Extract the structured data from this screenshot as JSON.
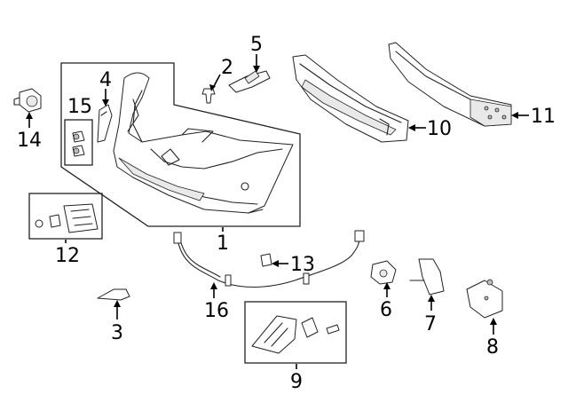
{
  "diagram": {
    "callouts": {
      "c1": "1",
      "c2": "2",
      "c3": "3",
      "c4": "4",
      "c5": "5",
      "c6": "6",
      "c7": "7",
      "c8": "8",
      "c9": "9",
      "c10": "10",
      "c11": "11",
      "c12": "12",
      "c13": "13",
      "c14": "14",
      "c15": "15",
      "c16": "16"
    },
    "colors": {
      "line": "#222222",
      "background": "#ffffff"
    }
  }
}
